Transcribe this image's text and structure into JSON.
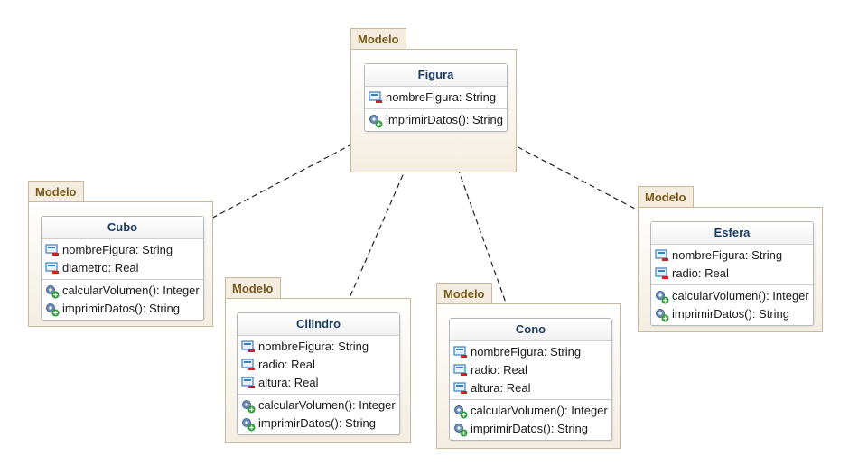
{
  "package_label": "Modelo",
  "classes": {
    "figura": {
      "name": "Figura",
      "attributes": [
        "nombreFigura: String"
      ],
      "operations": [
        "imprimirDatos(): String"
      ]
    },
    "cubo": {
      "name": "Cubo",
      "attributes": [
        "nombreFigura: String",
        "diametro: Real"
      ],
      "operations": [
        "calcularVolumen(): Integer",
        "imprimirDatos(): String"
      ]
    },
    "cilindro": {
      "name": "Cilindro",
      "attributes": [
        "nombreFigura: String",
        "radio: Real",
        "altura: Real"
      ],
      "operations": [
        "calcularVolumen(): Integer",
        "imprimirDatos(): String"
      ]
    },
    "cono": {
      "name": "Cono",
      "attributes": [
        "nombreFigura: String",
        "radio: Real",
        "altura: Real"
      ],
      "operations": [
        "calcularVolumen(): Integer",
        "imprimirDatos(): String"
      ]
    },
    "esfera": {
      "name": "Esfera",
      "attributes": [
        "nombreFigura: String",
        "radio: Real"
      ],
      "operations": [
        "calcularVolumen(): Integer",
        "imprimirDatos(): String"
      ]
    }
  },
  "relations": [
    {
      "from": "cubo",
      "to": "figura",
      "kind": "dependency"
    },
    {
      "from": "cilindro",
      "to": "figura",
      "kind": "dependency"
    },
    {
      "from": "cono",
      "to": "figura",
      "kind": "dependency"
    },
    {
      "from": "esfera",
      "to": "figura",
      "kind": "dependency"
    }
  ],
  "icons": {
    "attribute": "private-attribute-icon",
    "operation": "public-operation-icon"
  },
  "colors": {
    "package_fill": "#f4ede1",
    "package_label": "#7a5a1c",
    "class_name": "#1c3d66",
    "attribute_icon": "#3a7fc0",
    "private_marker": "#cc2222",
    "operation_marker": "#2e9e3a"
  }
}
